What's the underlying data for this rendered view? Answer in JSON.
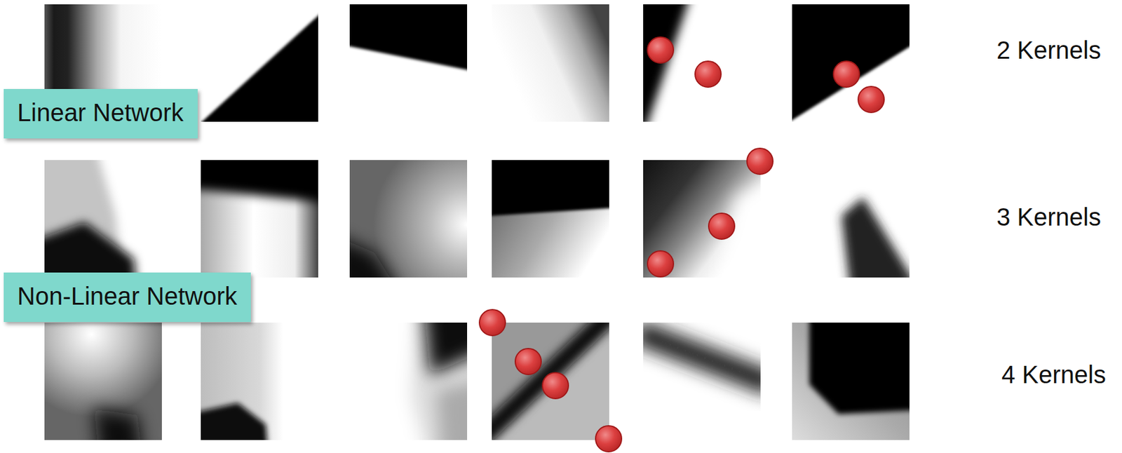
{
  "diagram": {
    "nodes": [
      {
        "text": [
          "Linear Network"
        ]
      },
      {
        "text": [
          "Non-Linear Network"
        ]
      }
    ],
    "labels": [
      "2 Kernels",
      "3 Kernels",
      "4 Kernels"
    ]
  }
}
